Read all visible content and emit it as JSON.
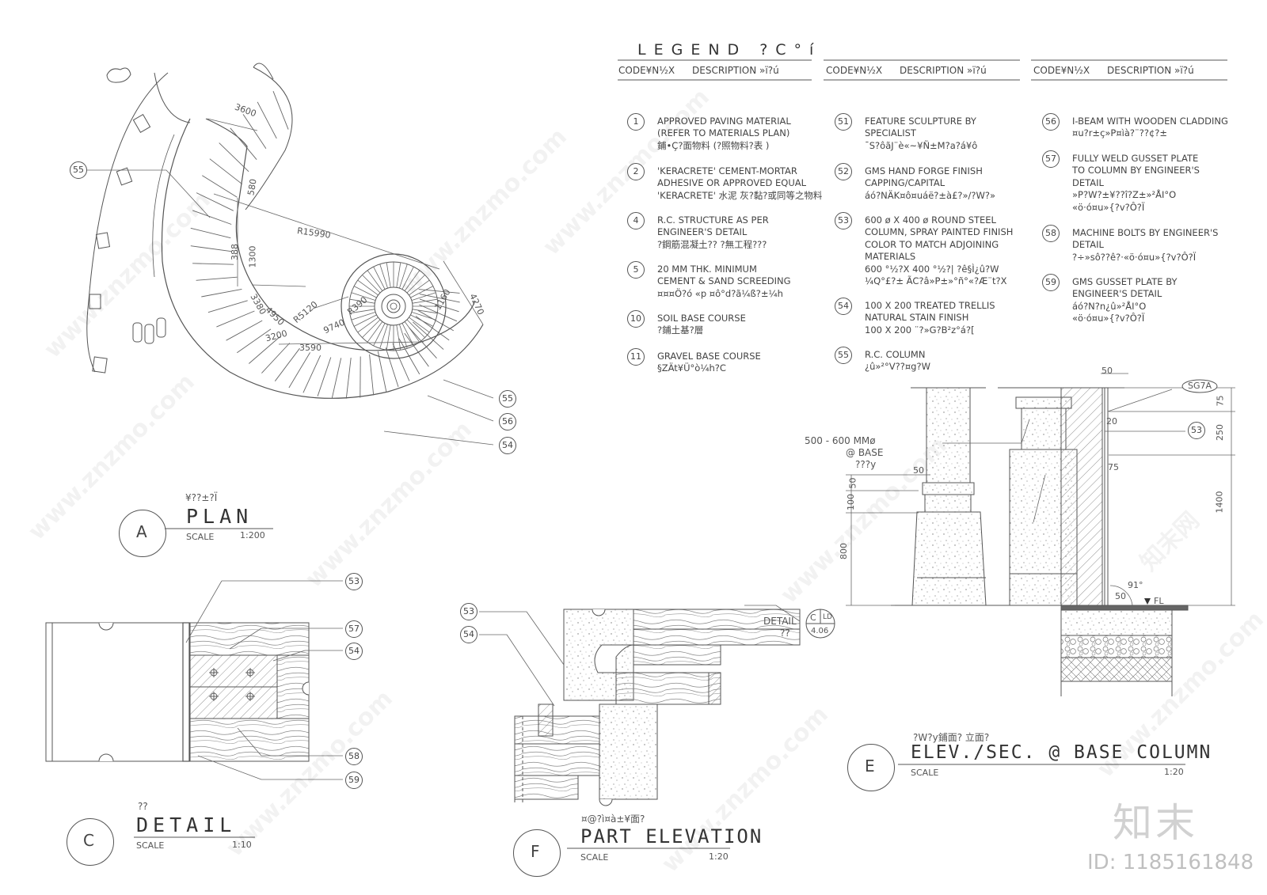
{
  "legend": {
    "title": "LEGEND ?C°í",
    "col_header_code": "CODE¥N½X",
    "col_header_desc": "DESCRIPTION »ï?ú",
    "col1": [
      {
        "code": "1",
        "lines": [
          "APPROVED PAVING MATERIAL",
          "(REFER TO MATERIALS PLAN)",
          "鋪•Ç?面物料      (?照物料?表       )"
        ]
      },
      {
        "code": "2",
        "lines": [
          "'KERACRETE' CEMENT-MORTAR",
          "ADHESIVE OR APPROVED EQUAL",
          "'KERACRETE' 水泥  灰?黏?或同等之物料"
        ]
      },
      {
        "code": "4",
        "lines": [
          "R.C. STRUCTURE AS PER",
          "ENGINEER'S DETAIL",
          "?鋼筋混凝土??              ?無工程???"
        ]
      },
      {
        "code": "5",
        "lines": [
          "20 MM THK. MINIMUM",
          "CEMENT & SAND SCREEDING",
          "¤¤¤Ö?ó                    «p ¤ô°d?ã¼ß?±¼h"
        ]
      },
      {
        "code": "10",
        "lines": [
          "SOIL BASE COURSE",
          "?鋪土基?層"
        ]
      },
      {
        "code": "11",
        "lines": [
          "GRAVEL BASE COURSE",
          "§ZÄt¥Ü°ò¼h?C"
        ]
      }
    ],
    "col2": [
      {
        "code": "51",
        "lines": [
          "FEATURE SCULPTURE BY",
          "SPECIALIST",
          "¯S?ôãJ¨è«~¥Ñ±M?a?á¥ô"
        ]
      },
      {
        "code": "52",
        "lines": [
          "GMS HAND FORGE FINISH",
          "CAPPING/CAPITAL",
          "áó?NÄK¤ô¤uáë?±à£?»/?W?»"
        ]
      },
      {
        "code": "53",
        "lines": [
          "600 ø X 400 ø ROUND STEEL",
          "COLUMN, SPRAY PAINTED FINISH",
          "COLOR TO MATCH ADJOINING",
          "MATERIALS",
          "600 °½?X 400  °½?|  ?ê§Ì¿û?W",
          "¼Q°£?±  ÃC?â»P±»°ñ°«?Æ¨t?X"
        ]
      },
      {
        "code": "54",
        "lines": [
          "100 X 200 TREATED TRELLIS",
          "NATURAL STAIN FINISH",
          "100 X 200 ¨?»G?B²z°á?["
        ]
      },
      {
        "code": "55",
        "lines": [
          "R.C. COLUMN",
          "¿û»²°V??¤g?W"
        ]
      }
    ],
    "col3": [
      {
        "code": "56",
        "lines": [
          "I-BEAM WITH WOODEN CLADDING",
          "¤u?r±ç»P¤ìà?¨??¢?±"
        ]
      },
      {
        "code": "57",
        "lines": [
          "FULLY WELD GUSSET PLATE",
          "TO COLUMN BY ENGINEER'S",
          "DETAIL",
          "»P?W?±¥??î?Z±»²ÅI°O",
          "«ö·ó¤u»{?v?Ô?Ï"
        ]
      },
      {
        "code": "58",
        "lines": [
          "MACHINE BOLTS BY ENGINEER'S",
          "DETAIL",
          "?÷»sô??ê?·«ö·ó¤u»{?v?Ô?Ï"
        ]
      },
      {
        "code": "59",
        "lines": [
          "GMS GUSSET PLATE BY",
          "ENGINEER'S DETAIL",
          "áó?N?n¿û»²ÅI°O",
          "«ö·ó¤u»{?v?Ô?Ï"
        ]
      }
    ]
  },
  "plan": {
    "letter": "A",
    "chinese": "¥??±?Ï",
    "title": "PLAN",
    "scale_label": "SCALE",
    "scale": "1:200",
    "dims": [
      "3600",
      "580",
      "1300",
      "388",
      "R15990",
      "3380",
      "4950",
      "R5120",
      "3200",
      "9740",
      "3590",
      "R390",
      "1160",
      "4270"
    ],
    "callouts": [
      "55",
      "55",
      "56",
      "54"
    ]
  },
  "detail_c": {
    "letter": "C",
    "chinese": "??",
    "title": "DETAIL",
    "scale_label": "SCALE",
    "scale": "1:10",
    "callouts": [
      "53",
      "57",
      "54",
      "58",
      "59"
    ]
  },
  "part_f": {
    "letter": "F",
    "chinese": "¤@?ì¤à±¥面?",
    "title": "PART ELEVATION",
    "scale_label": "SCALE",
    "scale": "1:20",
    "callouts": [
      "53",
      "54"
    ],
    "detail_ref": "DETAIL",
    "detail_ref_sub": "??",
    "ref_top": "C",
    "ref_ld": "LD",
    "ref_num": "4.06"
  },
  "elev_e": {
    "letter": "E",
    "chinese": "?W?y鋪面?  立面?",
    "title": "ELEV./SEC. @ BASE COLUMN",
    "scale_label": "SCALE",
    "scale": "1:20",
    "base_note": [
      "500 - 600 MMø",
      "@ BASE",
      "???y"
    ],
    "dims_left": [
      "50",
      "50",
      "100",
      "800"
    ],
    "dims_right": [
      "50",
      "75",
      "250",
      "1400",
      "50"
    ],
    "tag": "SG7A",
    "callout": "53",
    "angle": "91°",
    "level": "FL",
    "small": [
      "20",
      "75",
      "50"
    ]
  },
  "watermark": {
    "logo": "知末",
    "id": "ID: 1185161848",
    "site": "www.znzmo.com",
    "cn": "知末网"
  }
}
